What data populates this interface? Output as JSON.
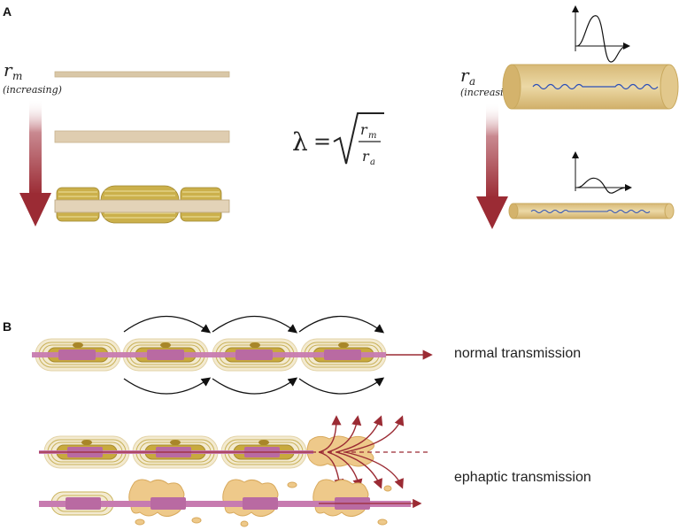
{
  "panel_a": {
    "label": "A",
    "rm_symbol": "r",
    "rm_subscript": "m",
    "rm_note": "(increasing)",
    "ra_symbol": "r",
    "ra_subscript": "a",
    "ra_note": "(increasing)",
    "formula": {
      "lambda": "λ",
      "equals": "=",
      "num_symbol": "r",
      "num_subscript": "m",
      "den_symbol": "r",
      "den_subscript": "a"
    }
  },
  "panel_b": {
    "label": "B",
    "normal_caption": "normal transmission",
    "ephaptic_caption": "ephaptic transmission"
  },
  "colors": {
    "arrow_red": "#9b2b34",
    "myelin_gold": "#c8b04a",
    "axon_tan": "#e0cfb0",
    "axon_pink": "#c77bb0",
    "cylinder_fill": "#e4c98a",
    "wave_blue": "#2b4fb8"
  }
}
